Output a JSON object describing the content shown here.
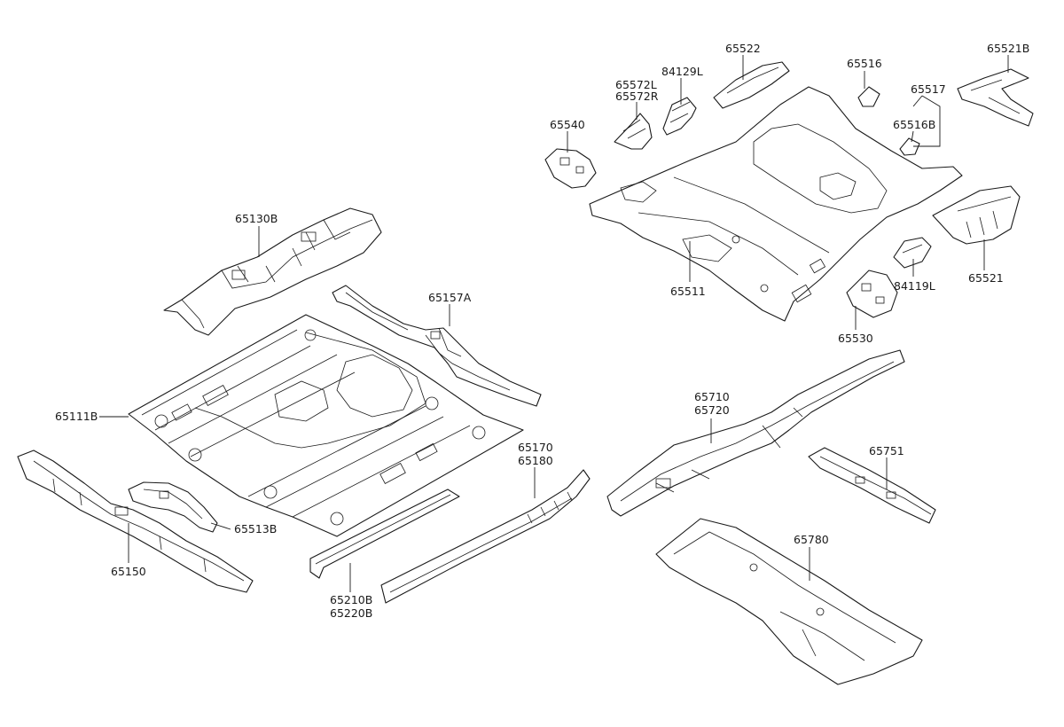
{
  "diagram": {
    "labels": {
      "p65130B": "65130B",
      "p65157A": "65157A",
      "p65111B": "65111B",
      "p65513B": "65513B",
      "p65150": "65150",
      "p65170": "65170",
      "p65180": "65180",
      "p65210B": "65210B",
      "p65220B": "65220B",
      "p65522": "65522",
      "p84129L": "84129L",
      "p65572L": "65572L",
      "p65572R": "65572R",
      "p65540": "65540",
      "p65516": "65516",
      "p65521B": "65521B",
      "p65517": "65517",
      "p65516B": "65516B",
      "p65511": "65511",
      "p84119L": "84119L",
      "p65521": "65521",
      "p65530": "65530",
      "p65710": "65710",
      "p65720": "65720",
      "p65751": "65751",
      "p65780": "65780"
    }
  }
}
